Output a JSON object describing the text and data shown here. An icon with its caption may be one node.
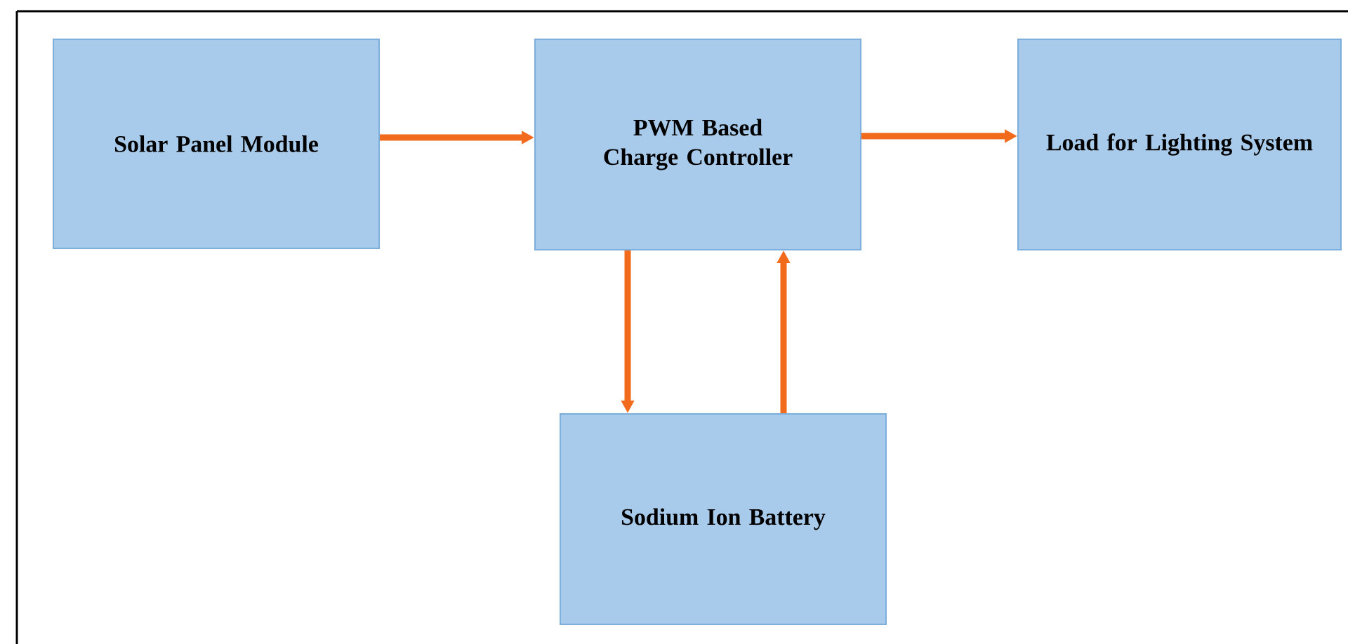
{
  "diagram": {
    "nodes": [
      {
        "text": [
          "Solar Panel Module"
        ]
      },
      {
        "text": [
          "PWM Based Charge Controller"
        ]
      },
      {
        "text": [
          "Load for Lighting System"
        ]
      },
      {
        "text": [
          "Sodium Ion Battery"
        ]
      }
    ],
    "edges": [
      {
        "from": 0,
        "to": 1,
        "arrow": "to"
      },
      {
        "from": 1,
        "to": 2,
        "arrow": "to"
      },
      {
        "from": 1,
        "to": 3,
        "arrow": "to"
      },
      {
        "from": 3,
        "to": 1,
        "arrow": "to"
      }
    ]
  }
}
